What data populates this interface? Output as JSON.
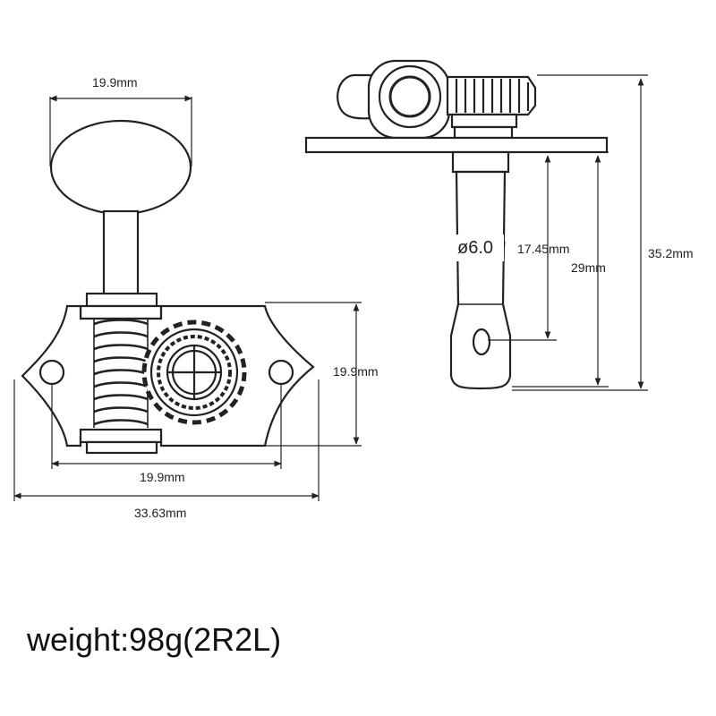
{
  "dimensions": {
    "knob_width": "19.9mm",
    "housing_height": "19.9mm",
    "hole_spacing": "19.9mm",
    "total_width": "33.63mm",
    "shaft_diameter": "ø6.0",
    "post_height_a": "17.45mm",
    "post_height_b": "29mm",
    "total_height": "35.2mm"
  },
  "weight_label": "weight:98g(2R2L)"
}
